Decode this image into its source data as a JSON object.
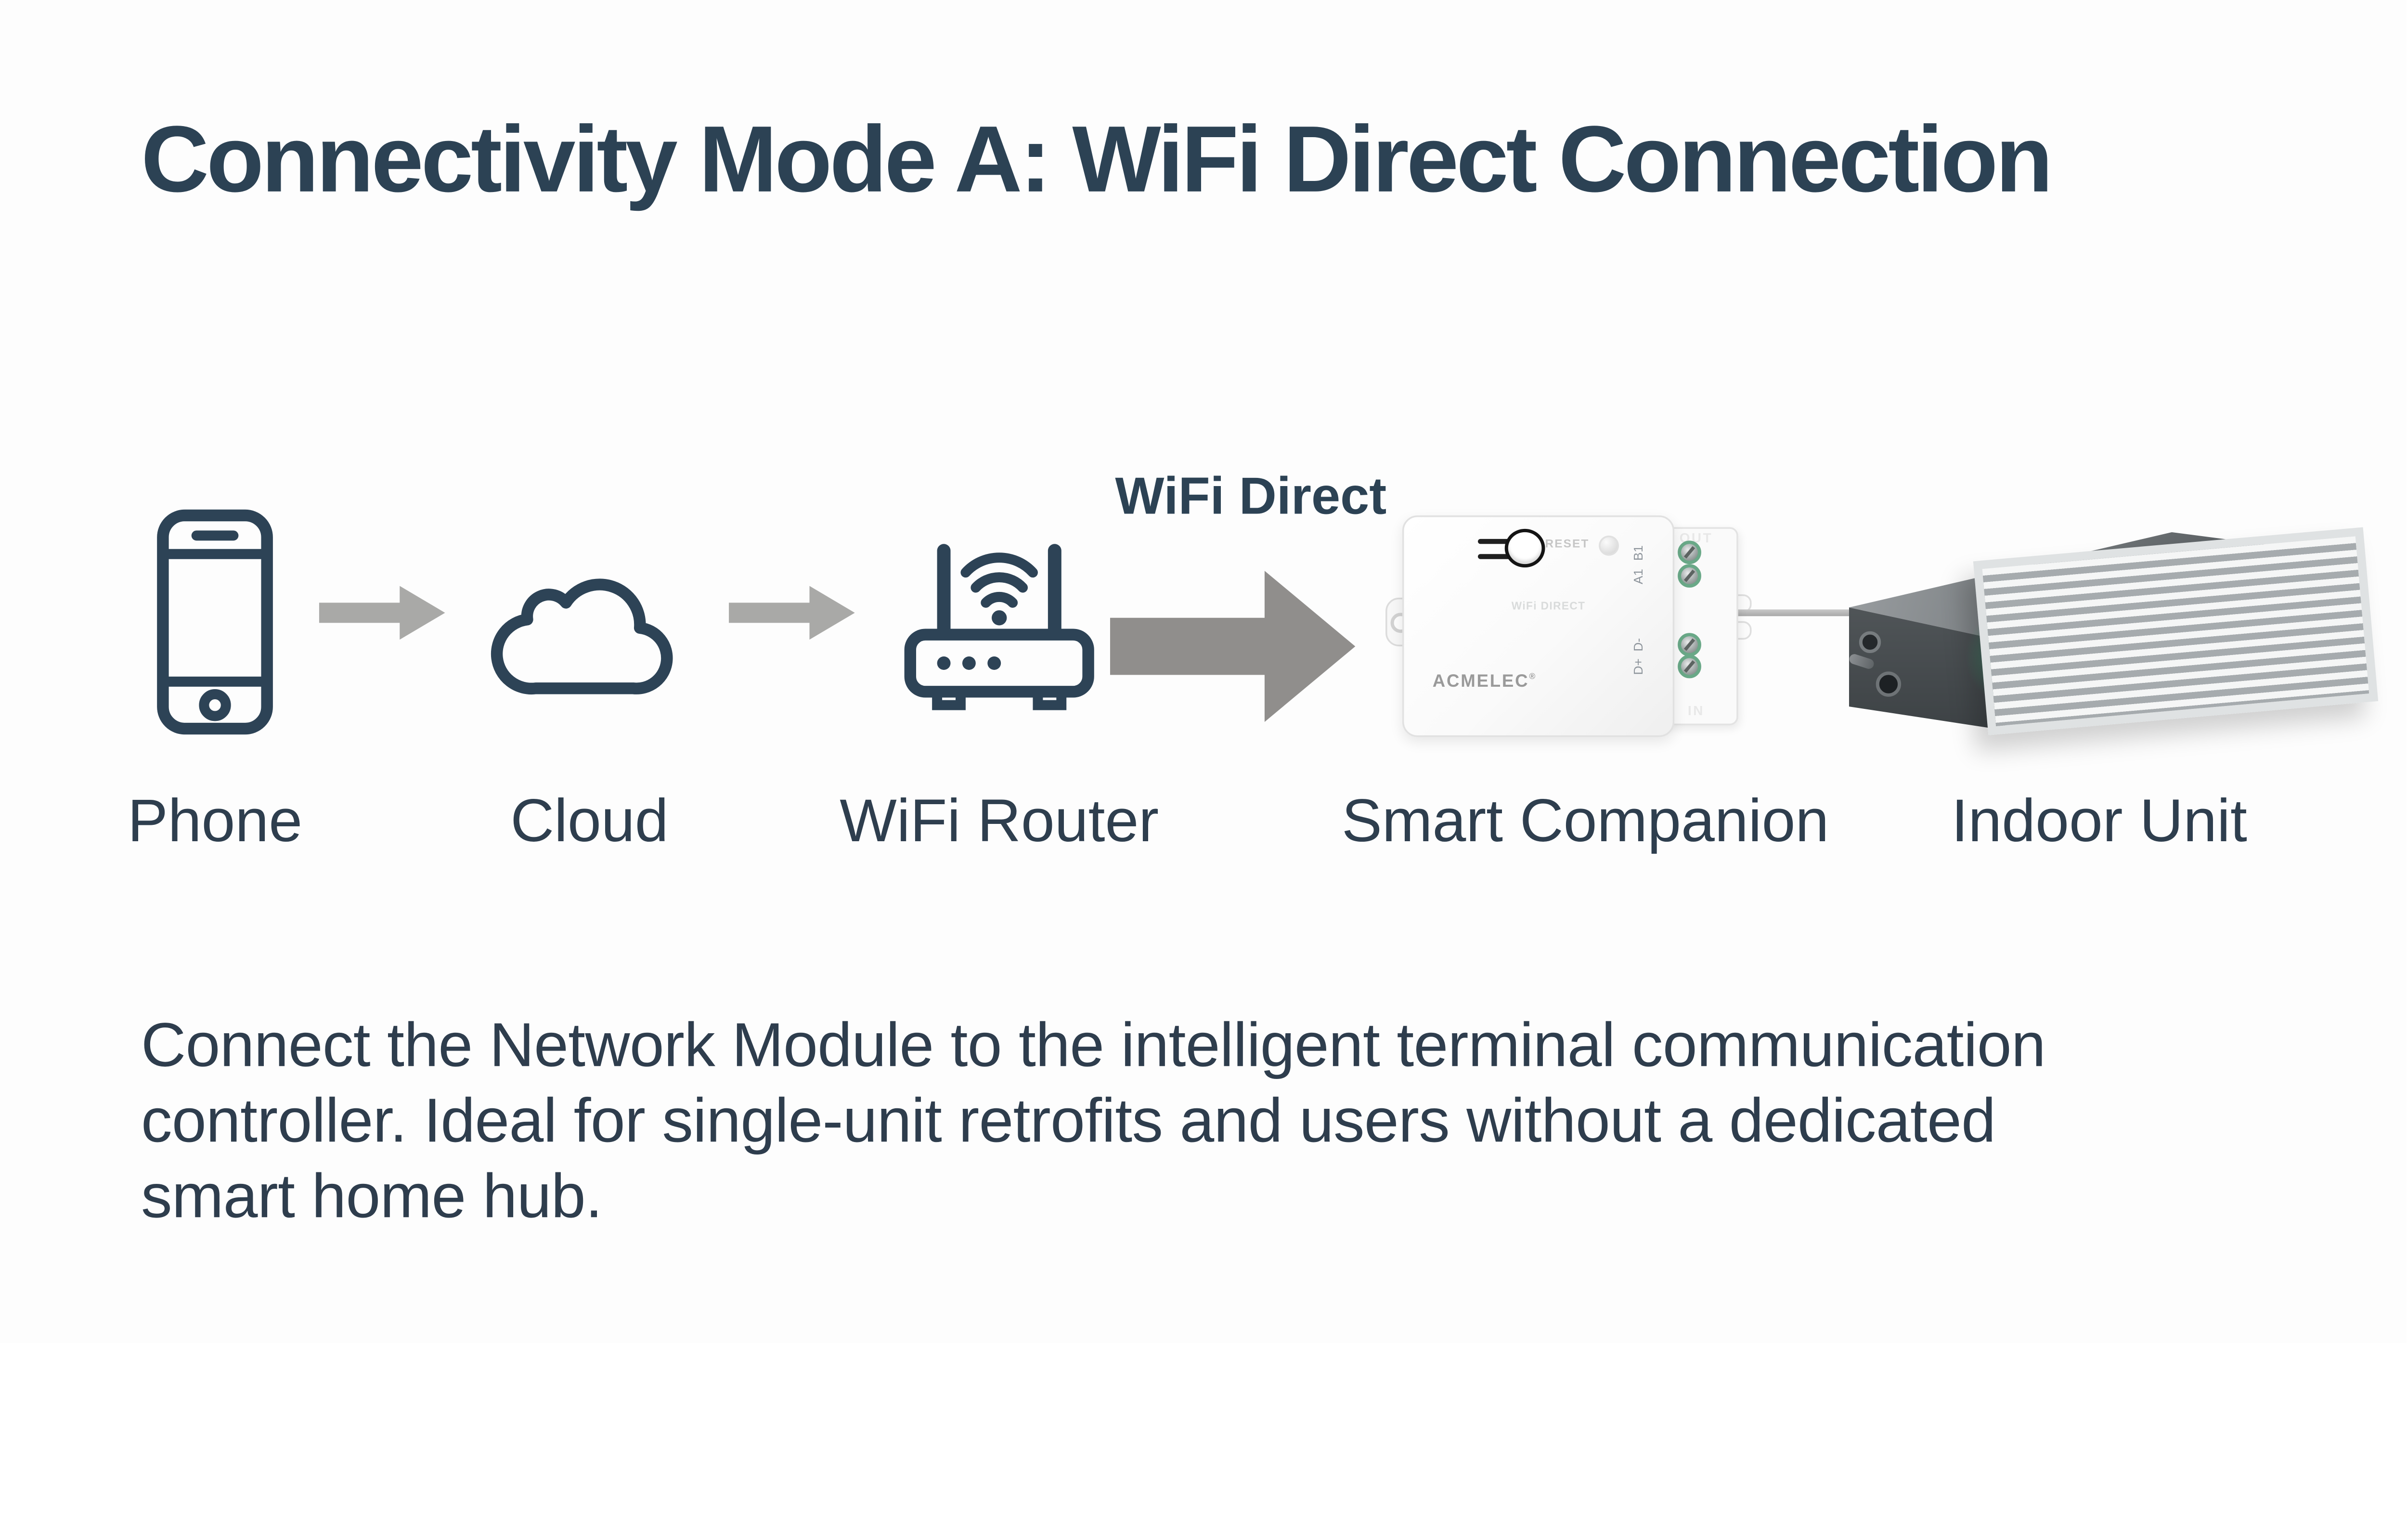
{
  "title": {
    "text": "Connectivity Mode A: WiFi Direct Connection",
    "color": "#2c4254"
  },
  "flow": {
    "nodes": [
      {
        "label": "Phone",
        "icon": "phone-icon"
      },
      {
        "label": "Cloud",
        "icon": "cloud-icon"
      },
      {
        "label": "WiFi Router",
        "icon": "wifi-router-icon"
      },
      {
        "label": "Smart Companion",
        "icon": "smart-companion-photo"
      },
      {
        "label": "Indoor Unit",
        "icon": "indoor-unit-photo"
      }
    ],
    "connection_label": "WiFi Direct",
    "small_arrow_color": "#a9a9a7",
    "large_arrow_color": "#908e8c",
    "icon_stroke_color": "#2d4356"
  },
  "device": {
    "reset_label": "RESET",
    "wifi_logo": "WiFi DIRECT",
    "brand": "ACMELEC",
    "brand_mark": "®",
    "port_group_out": "OUT",
    "port_group_in": "IN",
    "terminals_out": [
      "B1",
      "A1"
    ],
    "terminals_in": [
      "D-",
      "D+"
    ]
  },
  "description": {
    "text": "Connect the Network Module to the intelligent terminal communication\ncontroller. Ideal for single-unit retrofits and users without a dedicated\nsmart home hub."
  }
}
